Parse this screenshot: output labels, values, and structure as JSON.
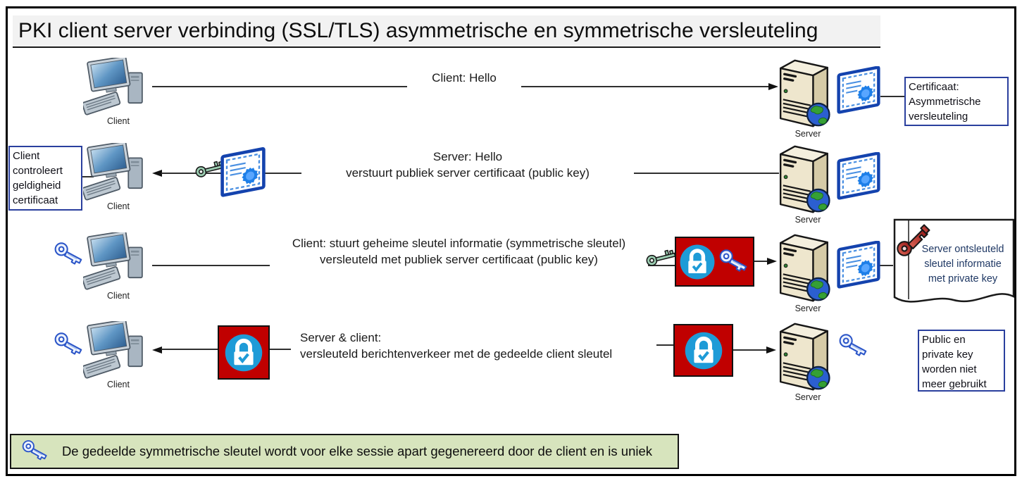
{
  "title": "PKI client server verbinding (SSL/TLS) asymmetrische en symmetrische versleuteling",
  "device_labels": {
    "client": "Client",
    "server": "Server"
  },
  "steps": [
    {
      "direction": "client-to-server",
      "message": "Client: Hello"
    },
    {
      "direction": "server-to-client",
      "message_line1": "Server: Hello",
      "message_line2": "verstuurt publiek server certificaat (public key)"
    },
    {
      "direction": "client-to-server",
      "message_line1": "Client: stuurt geheime sleutel informatie (symmetrische sleutel)",
      "message_line2": "versleuteld met publiek server certificaat (public key)"
    },
    {
      "direction": "both",
      "message_line1": "Server & client:",
      "message_line2": "versleuteld berichtenverkeer met de gedeelde client sleutel"
    }
  ],
  "notes": {
    "certificaat": "Certificaat:\nAsymmetrische\nversleuteling",
    "client_controleert": "Client\ncontroleert\ngeldigheid\ncertificaat",
    "server_ontsleuteld": "Server ontsleuteld\nsleutel informatie\nmet private key",
    "keys_niet_gebruikt": "Public en\nprivate key\nworden niet\nmeer gebruikt",
    "footer": "De gedeelde symmetrische sleutel wordt voor elke sessie apart gegenereerd door de client en is uniek"
  },
  "icons": {
    "computer": "client-computer-icon",
    "server": "server-tower-globe-icon",
    "certificate": "certificate-icon",
    "green_key": "public-key-icon",
    "blue_key": "symmetric-session-key-icon",
    "red_key": "private-key-icon",
    "lock": "encryption-lock-icon"
  },
  "colors": {
    "title_bg": "#f2f2f2",
    "note_border": "#2a3f9e",
    "encrypt_box_bg": "#c00000",
    "lock_circle": "#1e9bd7",
    "footer_bg": "#d7e4bd",
    "line": "#2f2f2f",
    "scroll_text": "#1f3864"
  }
}
